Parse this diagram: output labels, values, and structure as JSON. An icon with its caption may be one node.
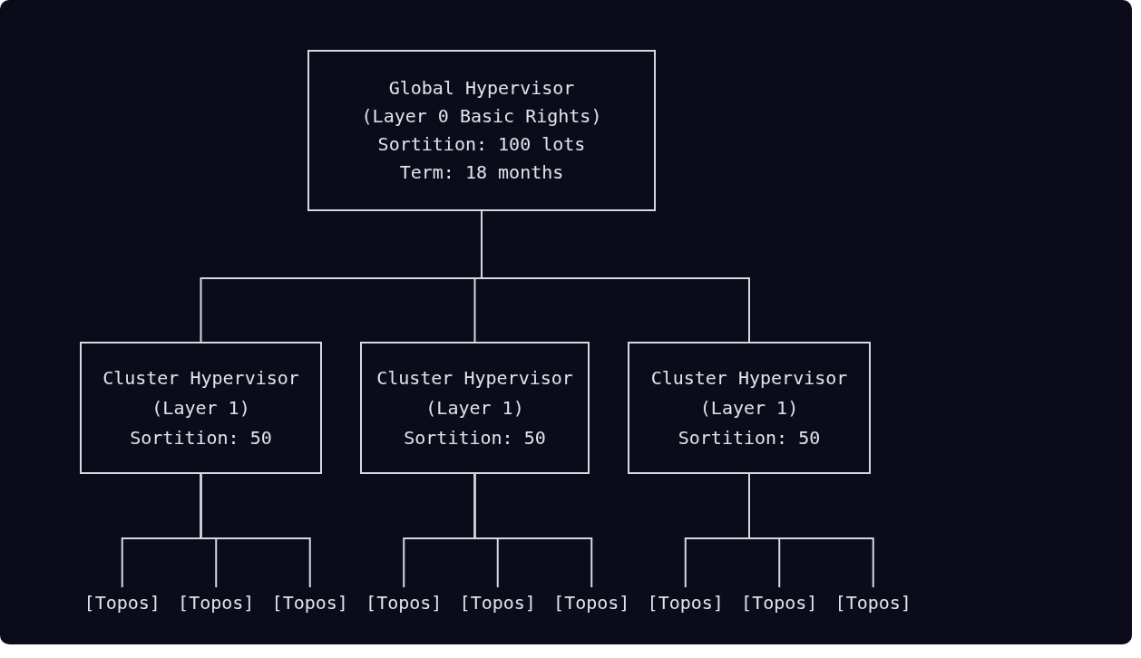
{
  "diagram": {
    "nodes": [
      {
        "text": [
          "Global Hypervisor",
          "(Layer 0 Basic Rights)",
          "Sortition: 100 lots",
          "Term: 18 months"
        ]
      },
      {
        "text": [
          "Cluster Hypervisor",
          "(Layer 1)",
          "Sortition: 50"
        ]
      },
      {
        "text": [
          "Cluster Hypervisor",
          "(Layer 1)",
          "Sortition: 50"
        ]
      },
      {
        "text": [
          "Cluster Hypervisor",
          "(Layer 1)",
          "Sortition: 50"
        ]
      },
      {
        "text": [
          "[Topos]"
        ]
      },
      {
        "text": [
          "[Topos]"
        ]
      },
      {
        "text": [
          "[Topos]"
        ]
      },
      {
        "text": [
          "[Topos]"
        ]
      },
      {
        "text": [
          "[Topos]"
        ]
      },
      {
        "text": [
          "[Topos]"
        ]
      },
      {
        "text": [
          "[Topos]"
        ]
      },
      {
        "text": [
          "[Topos]"
        ]
      },
      {
        "text": [
          "[Topos]"
        ]
      }
    ],
    "edges": [
      {
        "from": 0,
        "to": 1,
        "arrow": "none"
      },
      {
        "from": 0,
        "to": 2,
        "arrow": "none"
      },
      {
        "from": 0,
        "to": 3,
        "arrow": "none"
      },
      {
        "from": 1,
        "to": 4,
        "arrow": "none"
      },
      {
        "from": 1,
        "to": 5,
        "arrow": "none"
      },
      {
        "from": 1,
        "to": 6,
        "arrow": "none"
      },
      {
        "from": 2,
        "to": 7,
        "arrow": "none"
      },
      {
        "from": 2,
        "to": 8,
        "arrow": "none"
      },
      {
        "from": 2,
        "to": 9,
        "arrow": "none"
      },
      {
        "from": 3,
        "to": 10,
        "arrow": "none"
      },
      {
        "from": 3,
        "to": 11,
        "arrow": "none"
      },
      {
        "from": 3,
        "to": 12,
        "arrow": "none"
      }
    ]
  }
}
